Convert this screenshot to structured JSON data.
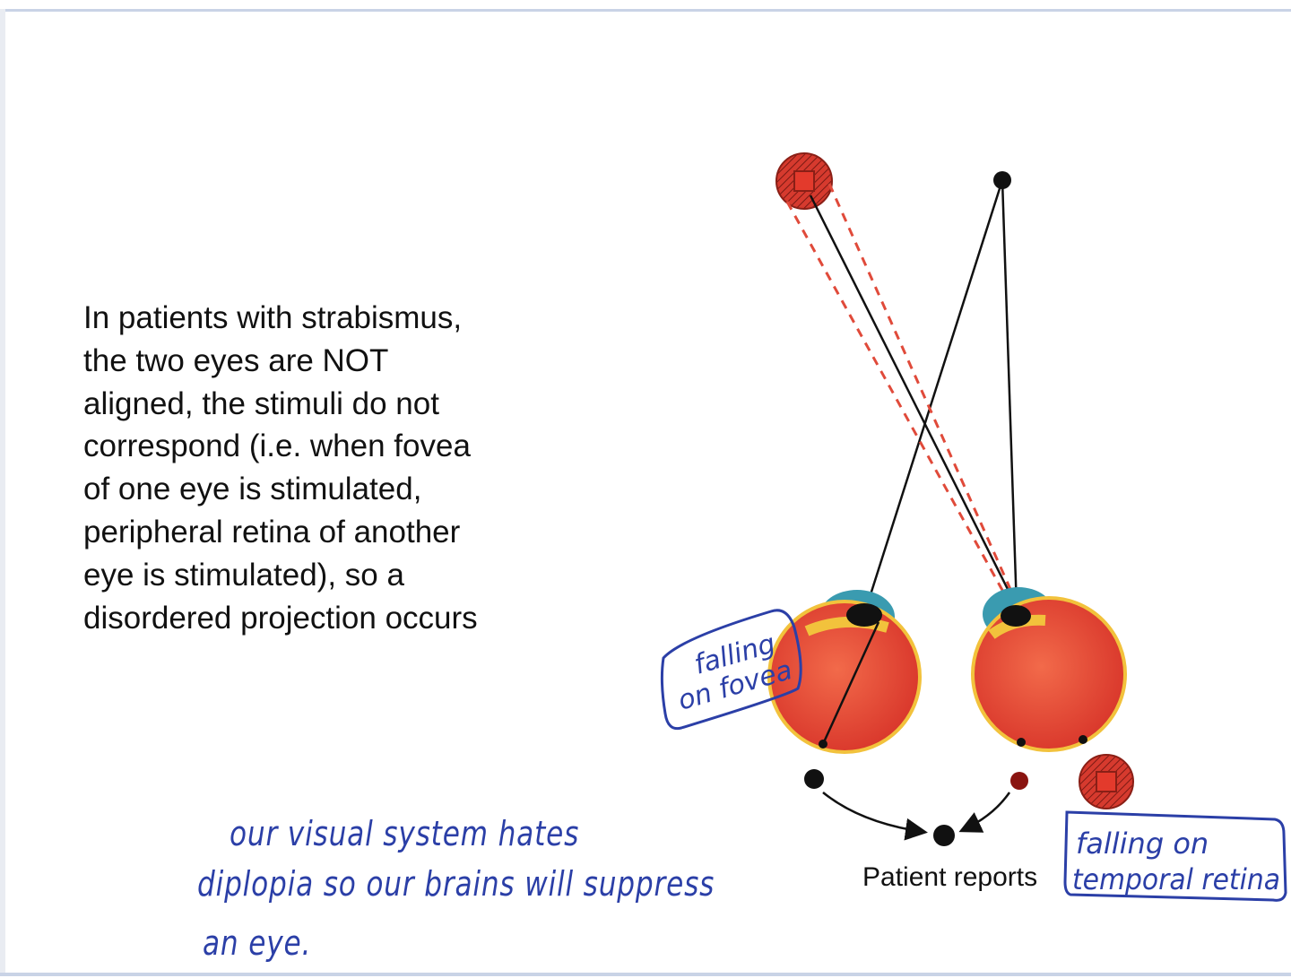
{
  "slide": {
    "body_text": "In patients with strabismus, the two eyes are NOT aligned, the stimuli do not correspond (i.e. when fovea of one eye is stimulated, peripheral retina of another eye is stimulated), so a disordered projection occurs"
  },
  "diagram": {
    "caption": "Patient reports"
  },
  "annotations": {
    "left_box": [
      "falling",
      "on fovea"
    ],
    "right_box": [
      "falling on",
      "temporal retina"
    ],
    "note_lines": [
      "our visual system hates",
      "diplopia so our brains will suppress",
      "an eye."
    ]
  },
  "colors": {
    "ink": "#2b3fa7",
    "eye_red": "#e8463a",
    "target_red": "#d63a2e",
    "cornea_teal": "#3a9bb0",
    "lens_yellow": "#f2c23c",
    "dashed_ray": "#e04a3a"
  }
}
